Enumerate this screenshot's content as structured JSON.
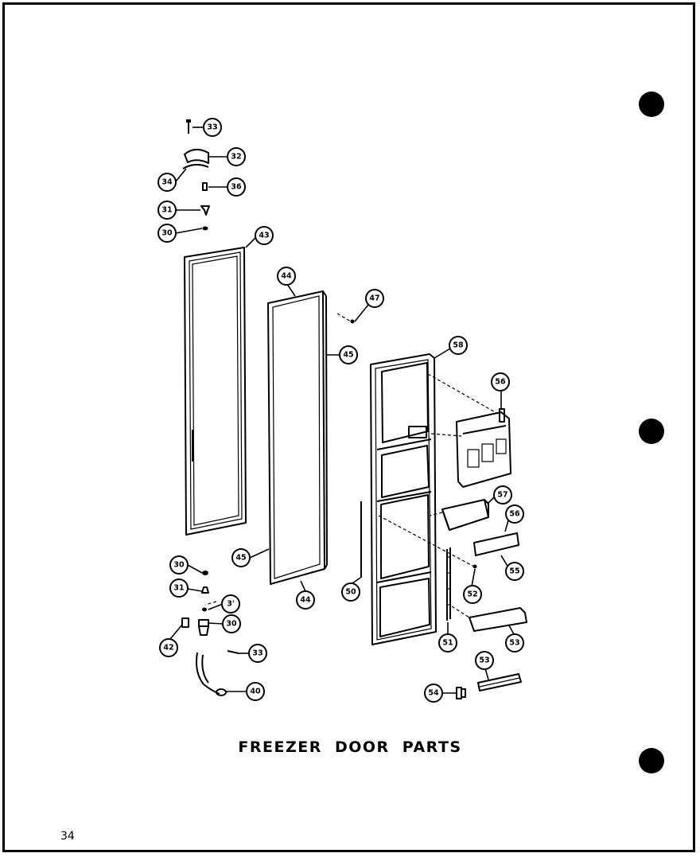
{
  "diagram": {
    "title": "FREEZER DOOR PARTS",
    "page_number": "34"
  },
  "callouts": [
    {
      "id": "c33",
      "label": "33"
    },
    {
      "id": "c32",
      "label": "32"
    },
    {
      "id": "c34",
      "label": "34"
    },
    {
      "id": "c35",
      "label": "36"
    },
    {
      "id": "c31a",
      "label": "31"
    },
    {
      "id": "c30a",
      "label": "30"
    },
    {
      "id": "c43",
      "label": "43"
    },
    {
      "id": "c44a",
      "label": "44"
    },
    {
      "id": "c47",
      "label": "47"
    },
    {
      "id": "c45a",
      "label": "45"
    },
    {
      "id": "c58",
      "label": "58"
    },
    {
      "id": "c56a",
      "label": "56"
    },
    {
      "id": "c57",
      "label": "57"
    },
    {
      "id": "c56b",
      "label": "56"
    },
    {
      "id": "c55",
      "label": "55"
    },
    {
      "id": "c30b",
      "label": "30"
    },
    {
      "id": "c31b",
      "label": "31"
    },
    {
      "id": "c37",
      "label": "3'"
    },
    {
      "id": "c30c",
      "label": "30"
    },
    {
      "id": "c42",
      "label": "42"
    },
    {
      "id": "c33b",
      "label": "33"
    },
    {
      "id": "c40",
      "label": "40"
    },
    {
      "id": "c45b",
      "label": "45"
    },
    {
      "id": "c44b",
      "label": "44"
    },
    {
      "id": "c50",
      "label": "50"
    },
    {
      "id": "c52",
      "label": "52"
    },
    {
      "id": "c51",
      "label": "51"
    },
    {
      "id": "c53a",
      "label": "53"
    },
    {
      "id": "c53b",
      "label": "53"
    },
    {
      "id": "c54",
      "label": "54"
    }
  ]
}
